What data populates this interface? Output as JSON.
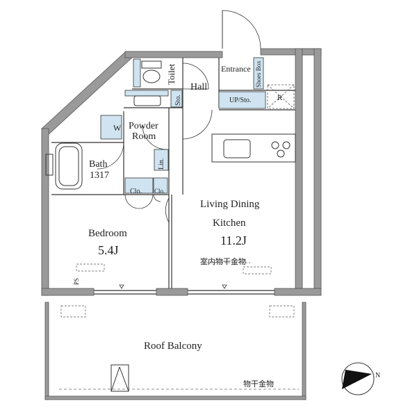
{
  "floorplan": {
    "rooms": {
      "entrance": "Entrance",
      "hall": "Hall",
      "toilet": "Toilet",
      "shoes_box": "Shoes Box",
      "storage_sto": "Sto.",
      "up_sto": "UP/Sto.",
      "refrigerator": "R",
      "washer": "W",
      "powder_room_line1": "Powder",
      "powder_room_line2": "Room",
      "bath_line1": "Bath",
      "bath_line2": "1317",
      "linen": "Lin.",
      "closet_left": "Clo.",
      "closet_right": "Clo.",
      "bedroom": "Bedroom",
      "bedroom_size": "5.4J",
      "ldk_line1": "Living Dining",
      "ldk_line2": "Kitchen",
      "ldk_size": "11.2J",
      "indoor_drying": "室内物干金物",
      "pipe_space": "PS",
      "roof_balcony": "Roof Balcony",
      "drying_hardware": "物干金物"
    },
    "compass": {
      "north_label": "N"
    },
    "colors": {
      "wall": "#8c8c8c",
      "storage_fill": "#cfe3f0",
      "line": "#333333"
    }
  }
}
